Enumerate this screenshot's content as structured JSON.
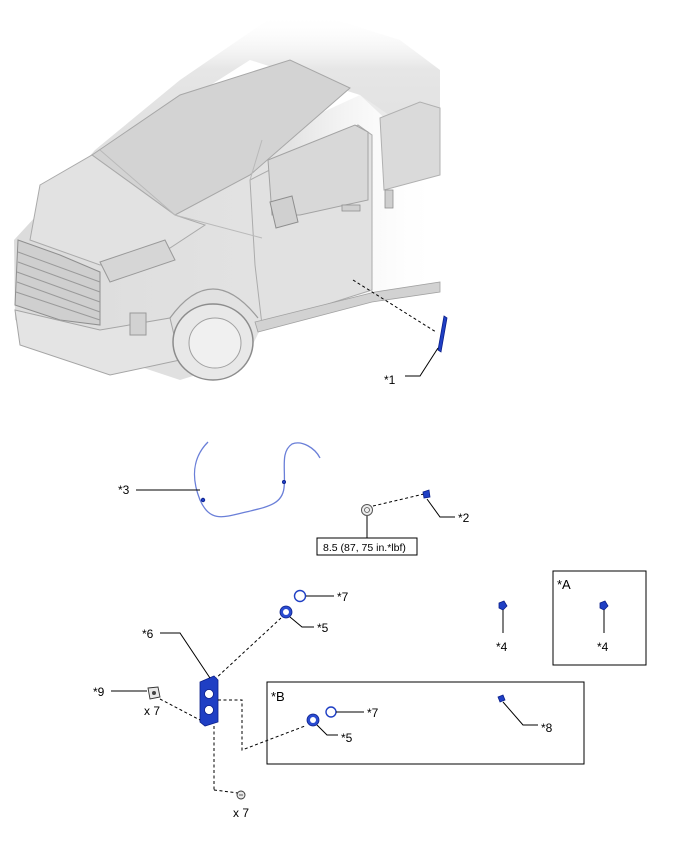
{
  "labels": {
    "p1": "*1",
    "p2": "*2",
    "p3": "*3",
    "p4_main": "*4",
    "p4_inset": "*4",
    "p5_main": "*5",
    "p5_inset": "*5",
    "p6": "*6",
    "p7_main": "*7",
    "p7_inset": "*7",
    "p8": "*8",
    "p9": "*9",
    "qty_clip": "x 7",
    "qty_screw": "x 7"
  },
  "insets": {
    "a_title": "*A",
    "b_title": "*B"
  },
  "torque": {
    "spec": "8.5 (87, 75 in.*lbf)"
  },
  "colors": {
    "part_highlight": "#1f3fc4",
    "vehicle_shade": "#d9d9d9",
    "line": "#000000"
  }
}
